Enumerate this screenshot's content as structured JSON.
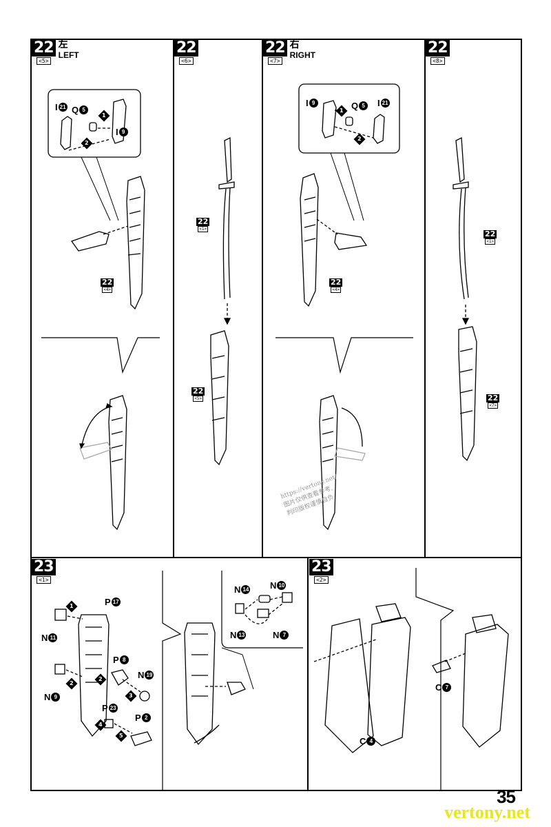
{
  "page": {
    "number": "35",
    "watermark_site": "vertony.net",
    "watermark_lines": [
      "https://vertony.net/",
      "图片仅供查看参考,",
      "判印版权谨慎自负"
    ]
  },
  "steps": [
    {
      "num": "22",
      "sub": "<5>",
      "jp": "左",
      "en": "LEFT"
    },
    {
      "num": "22",
      "sub": "<6>",
      "jp": "",
      "en": ""
    },
    {
      "num": "22",
      "sub": "<7>",
      "jp": "右",
      "en": "RIGHT"
    },
    {
      "num": "22",
      "sub": "<8>",
      "jp": "",
      "en": ""
    },
    {
      "num": "23",
      "sub": "<1>",
      "jp": "",
      "en": ""
    },
    {
      "num": "23",
      "sub": "<2>",
      "jp": "",
      "en": ""
    }
  ],
  "refs": [
    {
      "num": "22",
      "sub": "<4>"
    },
    {
      "num": "22",
      "sub": "<1>"
    },
    {
      "num": "22",
      "sub": "<5>"
    },
    {
      "num": "22",
      "sub": "<4>"
    },
    {
      "num": "22",
      "sub": "<1>"
    },
    {
      "num": "22",
      "sub": "<7>"
    }
  ],
  "parts": {
    "s5": [
      {
        "l": "I",
        "n": "21"
      },
      {
        "l": "Q",
        "n": "5"
      },
      {
        "l": "I",
        "n": "9"
      }
    ],
    "s7": [
      {
        "l": "I",
        "n": "9"
      },
      {
        "l": "Q",
        "n": "5"
      },
      {
        "l": "I",
        "n": "21"
      }
    ],
    "s23a": [
      {
        "l": "P",
        "n": "17"
      },
      {
        "l": "N",
        "n": "11"
      },
      {
        "l": "P",
        "n": "8"
      },
      {
        "l": "N",
        "n": "19"
      },
      {
        "l": "N",
        "n": "9"
      },
      {
        "l": "P",
        "n": "23"
      },
      {
        "l": "P",
        "n": "2"
      }
    ],
    "s23b": [
      {
        "l": "N",
        "n": "14"
      },
      {
        "l": "N",
        "n": "10"
      },
      {
        "l": "N",
        "n": "13"
      },
      {
        "l": "N",
        "n": "7"
      }
    ],
    "s23c": [
      {
        "l": "C",
        "n": "7"
      },
      {
        "l": "C",
        "n": "4"
      }
    ]
  },
  "orders": [
    "1",
    "2",
    "1",
    "2",
    "1",
    "2",
    "2",
    "3",
    "4",
    "5"
  ]
}
